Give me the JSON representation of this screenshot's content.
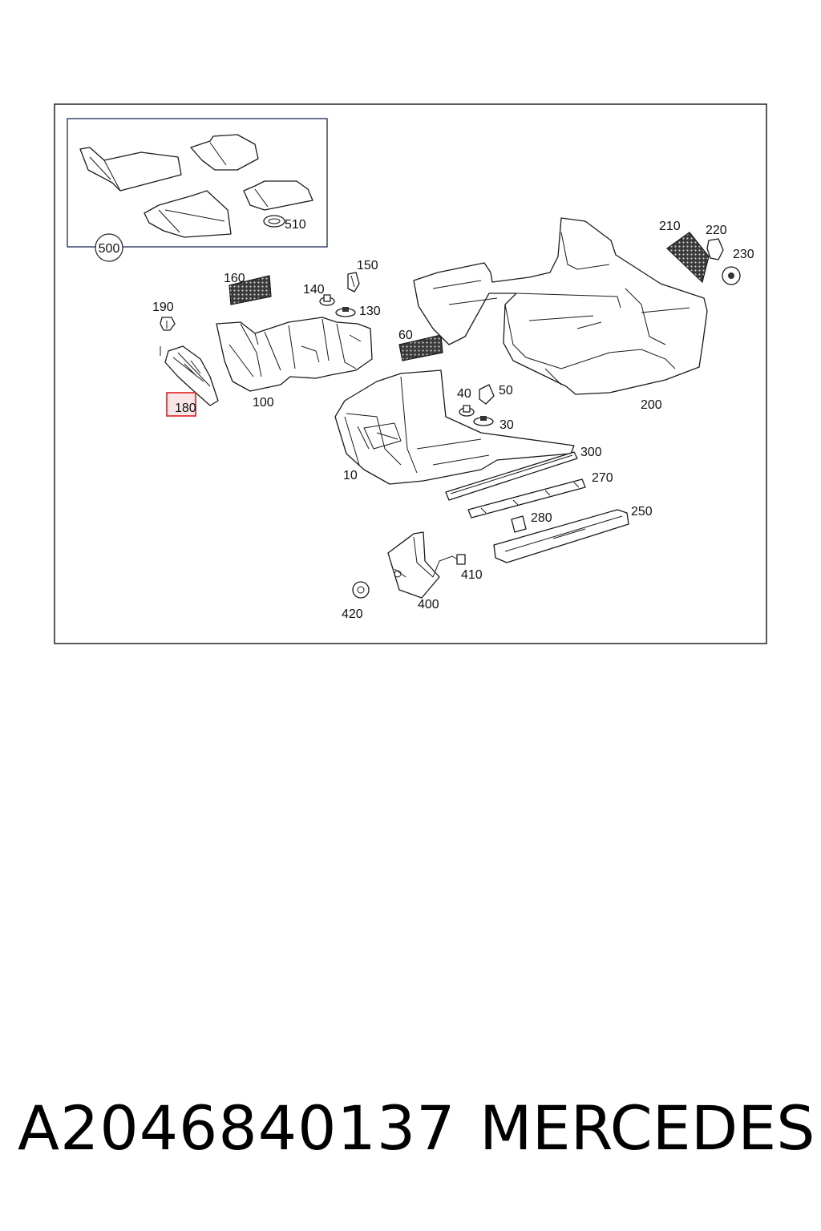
{
  "diagram": {
    "part_labels": {
      "p500": "500",
      "p510": "510",
      "p160": "160",
      "p150": "150",
      "p140": "140",
      "p130": "130",
      "p190": "190",
      "p180": "180",
      "p100": "100",
      "p60": "60",
      "p210": "210",
      "p220": "220",
      "p230": "230",
      "p200": "200",
      "p40": "40",
      "p50": "50",
      "p30": "30",
      "p10": "10",
      "p300": "300",
      "p270": "270",
      "p280": "280",
      "p250": "250",
      "p410": "410",
      "p420": "420",
      "p400": "400"
    },
    "highlighted_part": "180",
    "highlight_color": "#e0353a"
  },
  "footer": {
    "part_number": "A2046840137",
    "brand": "MERCEDES"
  }
}
